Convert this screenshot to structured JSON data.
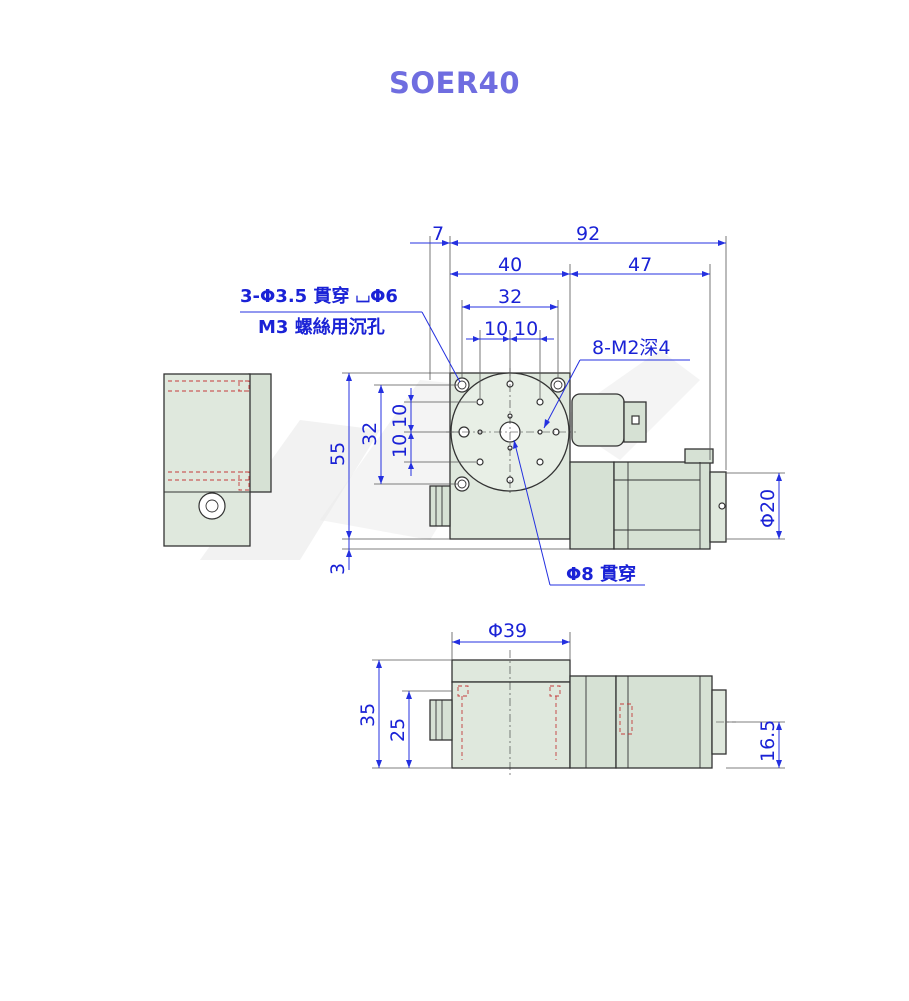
{
  "title": "SOER40",
  "dims": {
    "d7": "7",
    "d92": "92",
    "d40": "40",
    "d47": "47",
    "d32h": "32",
    "d10a": "10",
    "d10b": "10",
    "d55": "55",
    "d32v": "32",
    "d10c": "10",
    "d10d": "10",
    "d3": "3",
    "d20": "Φ20",
    "d39": "Φ39",
    "d35": "35",
    "d25": "25",
    "d16_5": "16.5"
  },
  "callouts": {
    "counterbore_line1": "3-Φ3.5 貫穿 ⌴Φ6",
    "counterbore_line2": "M3 螺絲用沉孔",
    "tapped_holes": "8-M2深4",
    "through_hole": "Φ8 貫穿"
  },
  "colors": {
    "title": "#6f6de0",
    "dimension": "#1a22d6",
    "part_fill": "#dfe8dd"
  }
}
